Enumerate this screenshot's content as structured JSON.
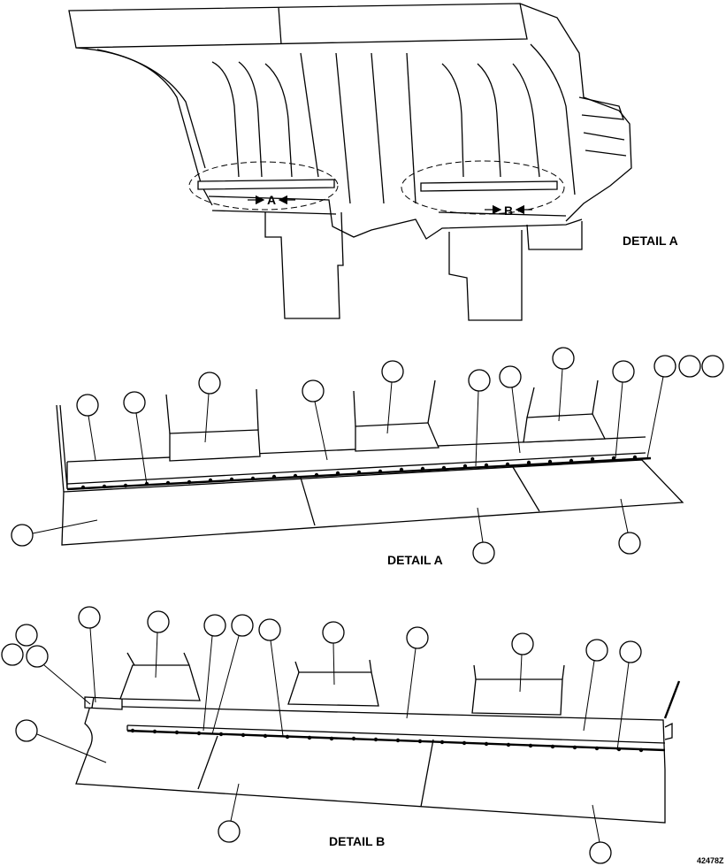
{
  "labels": {
    "top_detail": "DETAIL A",
    "middle_detail": "DETAIL A",
    "bottom_detail": "DETAIL B",
    "marker_a": "A",
    "marker_b": "B",
    "figure_code": "42478Z"
  }
}
